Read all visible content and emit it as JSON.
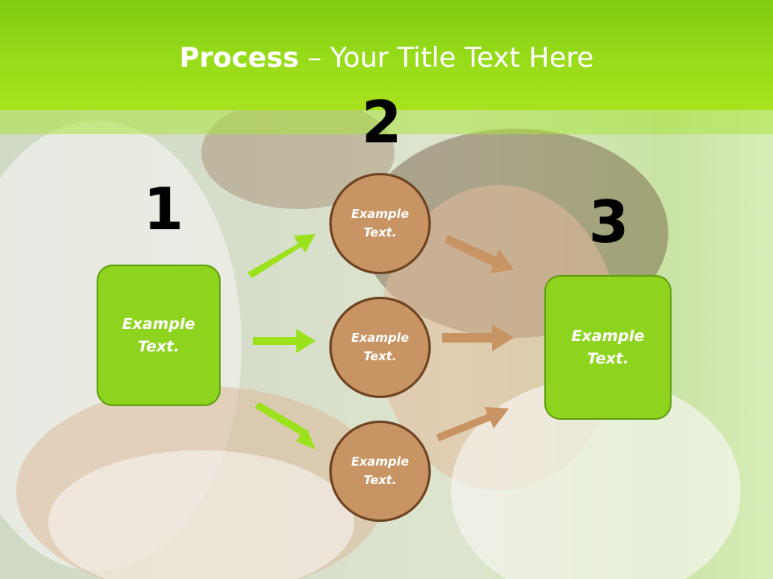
{
  "title": {
    "bold": "Process",
    "rest": " – Your Title Text Here"
  },
  "step_numbers": [
    "1",
    "2",
    "3"
  ],
  "left_box": {
    "label": "Example Text."
  },
  "circles": [
    {
      "label": "Example Text."
    },
    {
      "label": "Example Text."
    },
    {
      "label": "Example Text."
    }
  ],
  "right_box": {
    "label": "Example Text."
  },
  "colors": {
    "title_band": "#98dc1a",
    "box_fill": "#8ed41e",
    "circle_fill": "#c99463",
    "circle_border": "#6e4322",
    "green_arrow": "#9be21c",
    "brown_arrow": "#c99463"
  }
}
